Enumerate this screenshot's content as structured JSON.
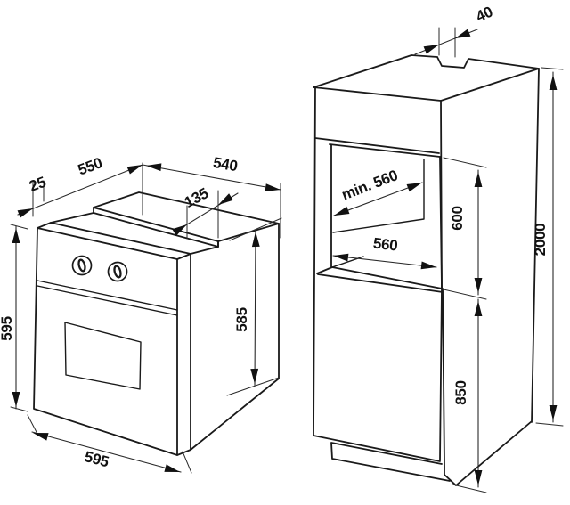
{
  "diagram": {
    "subject": "built-in oven installation drawing",
    "units": "mm",
    "colors": {
      "line": "#1a1a1a",
      "background": "#ffffff",
      "label": "#111111"
    },
    "oven": {
      "labels": {
        "front_frame_overhang": "25",
        "body_depth": "550",
        "rear_body_width": "540",
        "top_step_depth": "135",
        "front_height": "595",
        "body_height": "585",
        "front_width": "595"
      }
    },
    "cabinet": {
      "labels": {
        "vent_cutout": "40",
        "niche_min_depth": "min. 560",
        "niche_width": "560",
        "niche_height": "600",
        "base_height": "850",
        "total_height": "2000"
      }
    }
  }
}
